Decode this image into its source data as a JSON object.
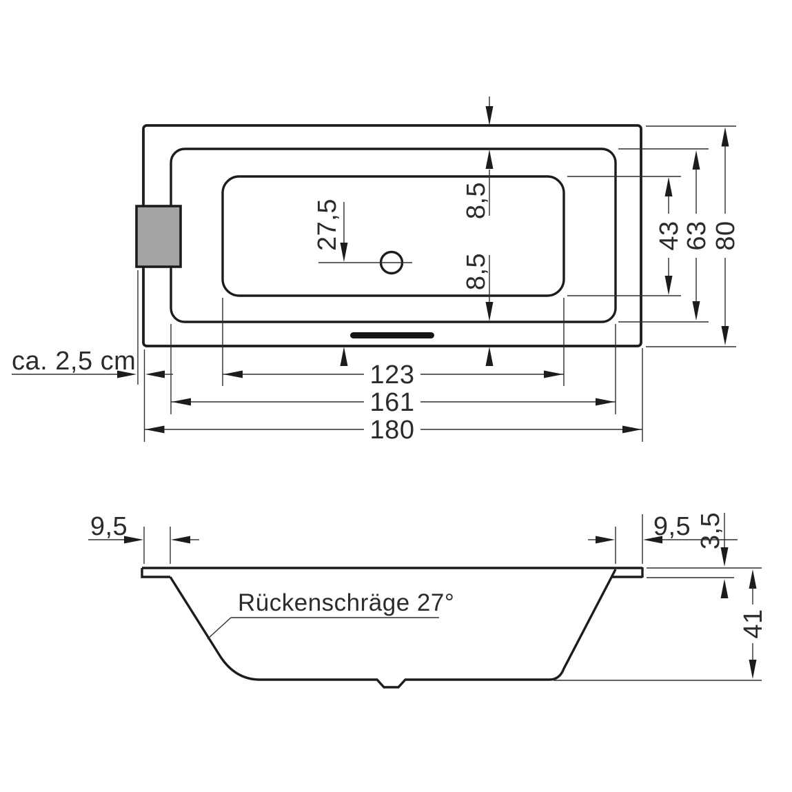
{
  "top_view": {
    "floor_length": "123",
    "inner_length": "161",
    "overall_length": "180",
    "floor_width": "43",
    "inner_width": "63",
    "overall_width": "80",
    "rim_offset_top": "8,5",
    "rim_offset_bottom": "8,5",
    "drain_offset": "27,5",
    "headrest_gap": "ca. 2,5 cm"
  },
  "side_view": {
    "rim_width_left": "9,5",
    "rim_width_right": "9,5",
    "rim_thickness": "3,5",
    "depth": "41",
    "back_slope": "Rückenschräge 27°"
  }
}
